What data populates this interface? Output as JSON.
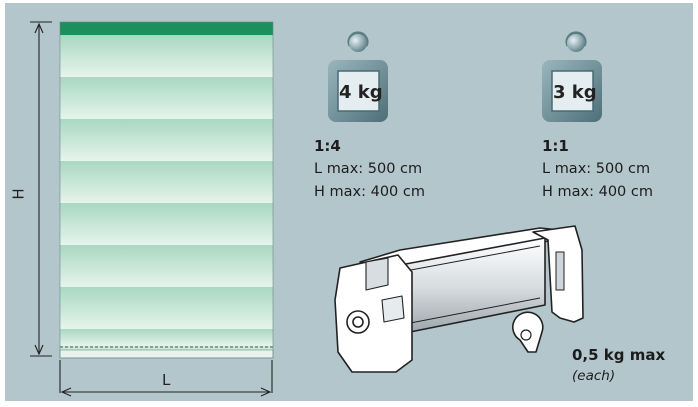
{
  "dimensions": {
    "height_label": "H",
    "length_label": "L"
  },
  "weights": [
    {
      "label": "4 kg",
      "ratio": "1:4",
      "l_max": "L max: 500 cm",
      "h_max": "H max: 400 cm"
    },
    {
      "label": "3 kg",
      "ratio": "1:1",
      "l_max": "L max: 500 cm",
      "h_max": "H max: 400 cm"
    }
  ],
  "clip": {
    "max": "0,5 kg max",
    "note": "(each)"
  },
  "colors": {
    "background": "#b3c6cc",
    "curtain_top": "#1b8f5c",
    "curtain": "#cfe8dc",
    "weight_body": "#6d8f98"
  }
}
